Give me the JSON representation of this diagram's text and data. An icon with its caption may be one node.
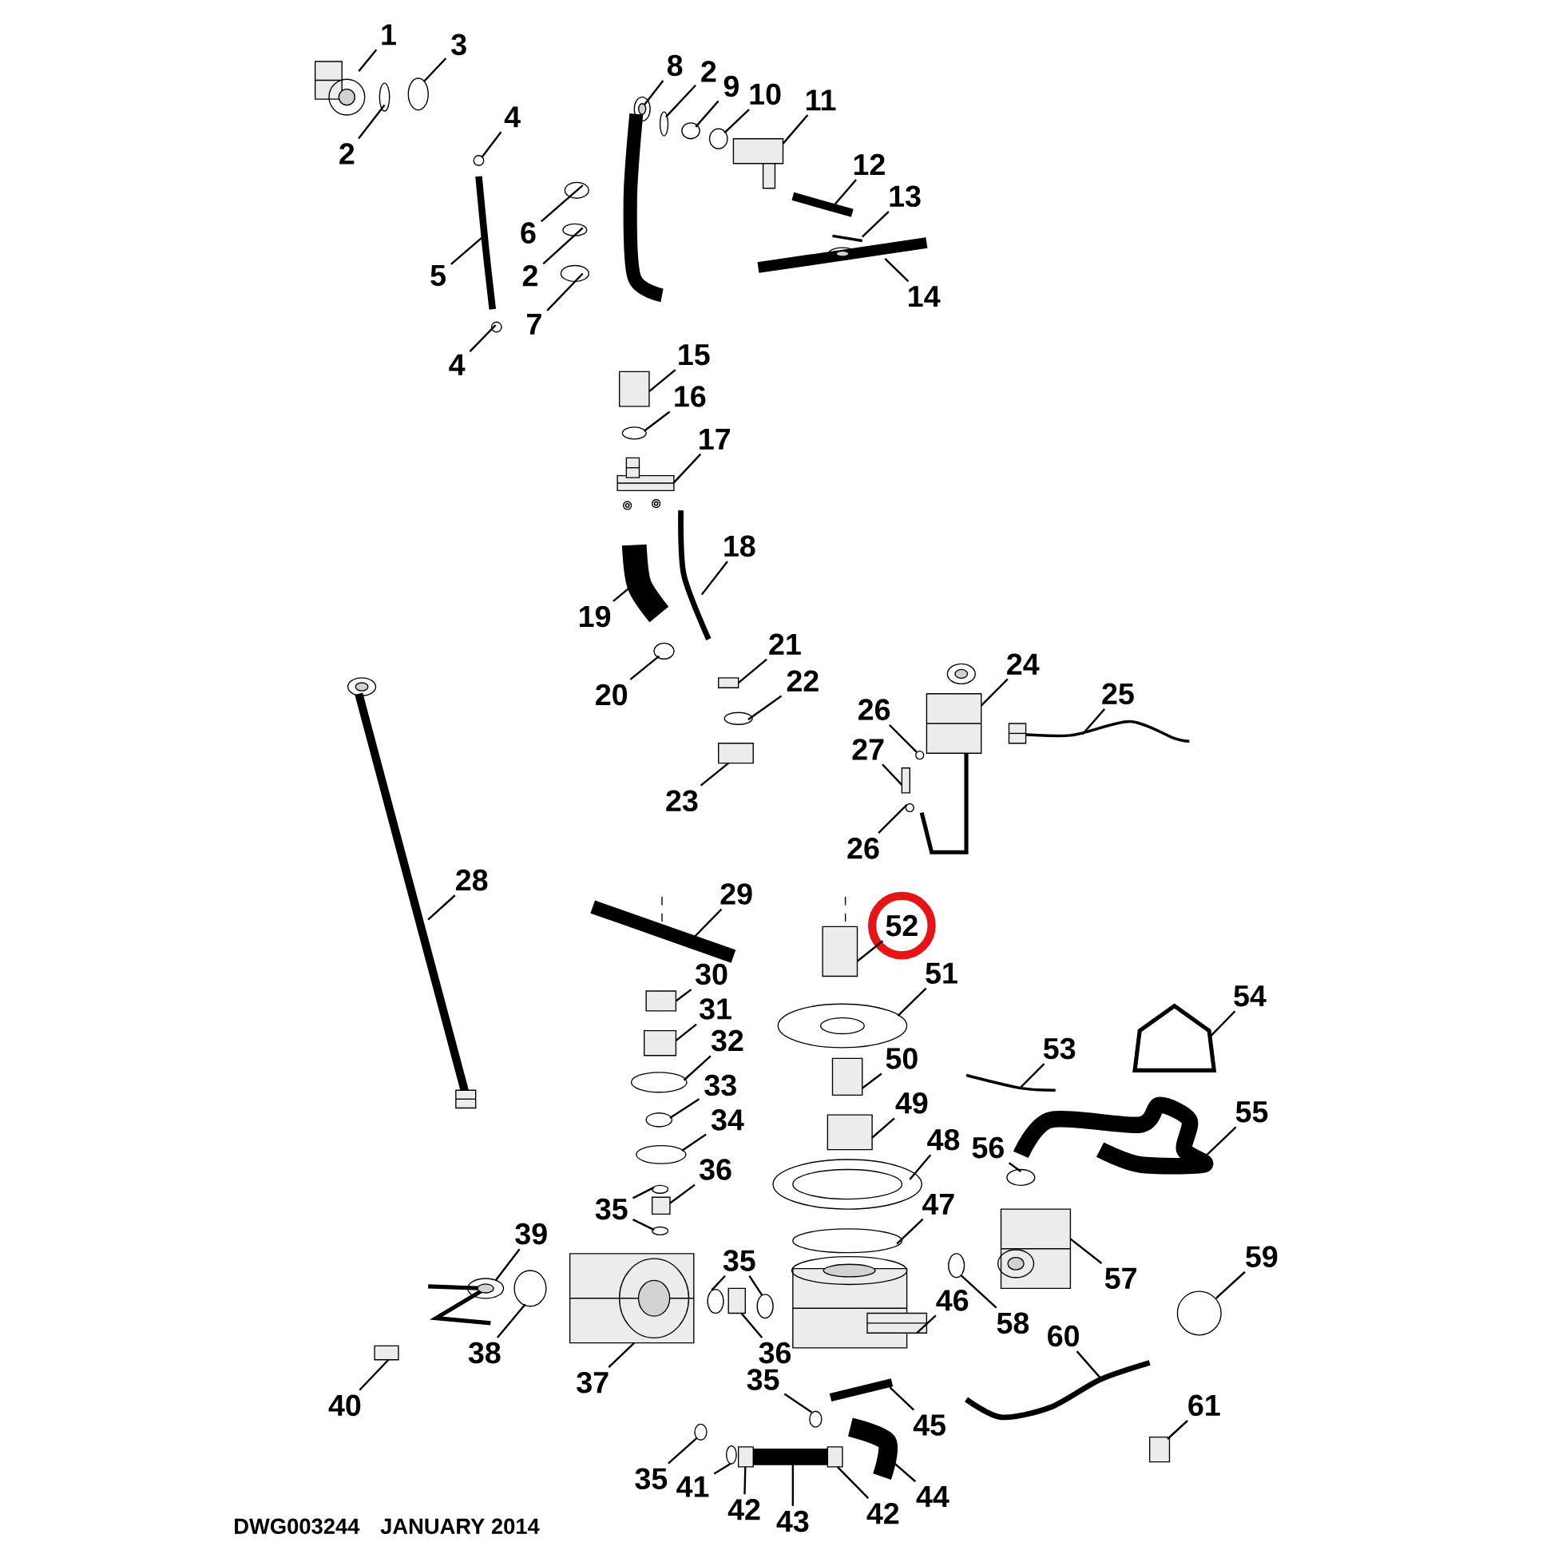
{
  "diagram": {
    "nodes": [
      {
        "text": [
          "1"
        ]
      },
      {
        "text": [
          "2"
        ]
      },
      {
        "text": [
          "3"
        ]
      },
      {
        "text": [
          "4"
        ]
      },
      {
        "text": [
          "5"
        ]
      },
      {
        "text": [
          "6"
        ]
      },
      {
        "text": [
          "2"
        ]
      },
      {
        "text": [
          "7"
        ]
      },
      {
        "text": [
          "8"
        ]
      },
      {
        "text": [
          "2"
        ]
      },
      {
        "text": [
          "9"
        ]
      },
      {
        "text": [
          "10"
        ]
      },
      {
        "text": [
          "11"
        ]
      },
      {
        "text": [
          "12"
        ]
      },
      {
        "text": [
          "13"
        ]
      },
      {
        "text": [
          "14"
        ]
      },
      {
        "text": [
          "4"
        ]
      },
      {
        "text": [
          "15"
        ]
      },
      {
        "text": [
          "16"
        ]
      },
      {
        "text": [
          "17"
        ]
      },
      {
        "text": [
          "18"
        ]
      },
      {
        "text": [
          "19"
        ]
      },
      {
        "text": [
          "20"
        ]
      },
      {
        "text": [
          "21"
        ]
      },
      {
        "text": [
          "22"
        ]
      },
      {
        "text": [
          "23"
        ]
      },
      {
        "text": [
          "24"
        ]
      },
      {
        "text": [
          "25"
        ]
      },
      {
        "text": [
          "26"
        ]
      },
      {
        "text": [
          "27"
        ]
      },
      {
        "text": [
          "26"
        ]
      },
      {
        "text": [
          "28"
        ]
      },
      {
        "text": [
          "29"
        ]
      },
      {
        "text": [
          "30"
        ]
      },
      {
        "text": [
          "31"
        ]
      },
      {
        "text": [
          "32"
        ]
      },
      {
        "text": [
          "33"
        ]
      },
      {
        "text": [
          "34"
        ]
      },
      {
        "text": [
          "35"
        ]
      },
      {
        "text": [
          "36"
        ]
      },
      {
        "text": [
          "37"
        ]
      },
      {
        "text": [
          "38"
        ]
      },
      {
        "text": [
          "39"
        ]
      },
      {
        "text": [
          "40"
        ]
      },
      {
        "text": [
          "35"
        ]
      },
      {
        "text": [
          "36"
        ]
      },
      {
        "text": [
          "35"
        ]
      },
      {
        "text": [
          "35"
        ]
      },
      {
        "text": [
          "41"
        ]
      },
      {
        "text": [
          "42"
        ]
      },
      {
        "text": [
          "43"
        ]
      },
      {
        "text": [
          "42"
        ]
      },
      {
        "text": [
          "44"
        ]
      },
      {
        "text": [
          "45"
        ]
      },
      {
        "text": [
          "46"
        ]
      },
      {
        "text": [
          "47"
        ]
      },
      {
        "text": [
          "48"
        ]
      },
      {
        "text": [
          "49"
        ]
      },
      {
        "text": [
          "50"
        ]
      },
      {
        "text": [
          "51"
        ]
      },
      {
        "text": [
          "52"
        ]
      },
      {
        "text": [
          "53"
        ]
      },
      {
        "text": [
          "54"
        ]
      },
      {
        "text": [
          "55"
        ]
      },
      {
        "text": [
          "56"
        ]
      },
      {
        "text": [
          "57"
        ]
      },
      {
        "text": [
          "58"
        ]
      },
      {
        "text": [
          "59"
        ]
      },
      {
        "text": [
          "60"
        ]
      },
      {
        "text": [
          "61"
        ]
      },
      {
        "text": [],
        "shape": "picture"
      },
      {
        "text": [],
        "shape": "circle"
      },
      {
        "text": [],
        "shape": "circle"
      },
      {
        "text": [],
        "shape": "circle"
      },
      {
        "text": [],
        "shape": "bar"
      },
      {
        "text": [],
        "shape": "circle"
      },
      {
        "text": [],
        "shape": "circle"
      },
      {
        "text": [],
        "shape": "circle"
      },
      {
        "text": [],
        "shape": "picture"
      },
      {
        "text": [],
        "shape": "circle"
      },
      {
        "text": [],
        "shape": "circle"
      },
      {
        "text": [],
        "shape": "circle"
      },
      {
        "text": [],
        "shape": "box"
      },
      {
        "text": [],
        "shape": "bar"
      },
      {
        "text": [],
        "shape": "bar"
      },
      {
        "text": [],
        "shape": "picture"
      },
      {
        "text": [],
        "shape": "circle"
      },
      {
        "text": [],
        "shape": "box"
      },
      {
        "text": [],
        "shape": "circle"
      },
      {
        "text": [],
        "shape": "picture"
      },
      {
        "text": [],
        "shape": "bar"
      },
      {
        "text": [],
        "shape": "bar"
      },
      {
        "text": [],
        "shape": "circle"
      },
      {
        "text": [],
        "shape": "box"
      },
      {
        "text": [],
        "shape": "circle"
      },
      {
        "text": [],
        "shape": "box"
      },
      {
        "text": [],
        "shape": "picture"
      },
      {
        "text": [],
        "shape": "picture"
      },
      {
        "text": [],
        "shape": "circle"
      },
      {
        "text": [],
        "shape": "box"
      },
      {
        "text": [],
        "shape": "circle"
      },
      {
        "text": [],
        "shape": "picture"
      },
      {
        "text": [],
        "shape": "bar"
      },
      {
        "text": [],
        "shape": "box"
      },
      {
        "text": [],
        "shape": "box"
      },
      {
        "text": [],
        "shape": "circle"
      },
      {
        "text": [],
        "shape": "circle"
      },
      {
        "text": [],
        "shape": "circle"
      },
      {
        "text": [],
        "shape": "circle"
      },
      {
        "text": [],
        "shape": "circle"
      },
      {
        "text": [],
        "shape": "box"
      },
      {
        "text": [],
        "shape": "picture"
      },
      {
        "text": [],
        "shape": "circle"
      },
      {
        "text": [],
        "shape": "picture"
      },
      {
        "text": [],
        "shape": "box"
      },
      {
        "text": [],
        "shape": "circle"
      },
      {
        "text": [],
        "shape": "circle"
      },
      {
        "text": [],
        "shape": "box"
      },
      {
        "text": [],
        "shape": "circle"
      },
      {
        "text": [],
        "shape": "circle"
      },
      {
        "text": [],
        "shape": "circle"
      },
      {
        "text": [],
        "shape": "box"
      },
      {
        "text": [],
        "shape": "bar"
      },
      {
        "text": [],
        "shape": "box"
      },
      {
        "text": [],
        "shape": "bar"
      },
      {
        "text": [],
        "shape": "bar"
      },
      {
        "text": [],
        "shape": "picture"
      },
      {
        "text": [],
        "shape": "circle"
      },
      {
        "text": [],
        "shape": "circle"
      },
      {
        "text": [],
        "shape": "box"
      },
      {
        "text": [],
        "shape": "box"
      },
      {
        "text": [],
        "shape": "circle"
      },
      {
        "text": [],
        "shape": "box"
      },
      {
        "text": [],
        "shape": "bar"
      },
      {
        "text": [],
        "shape": "bar"
      },
      {
        "text": [],
        "shape": "bar"
      },
      {
        "text": [],
        "shape": "circle"
      },
      {
        "text": [],
        "shape": "picture"
      },
      {
        "text": [],
        "shape": "circle"
      },
      {
        "text": [],
        "shape": "circle"
      },
      {
        "text": [],
        "shape": "bar"
      },
      {
        "text": [],
        "shape": "box"
      }
    ],
    "edges": [
      {
        "from": 0,
        "to": 70,
        "arrow": "none"
      },
      {
        "from": 1,
        "to": 71,
        "arrow": "none"
      },
      {
        "from": 2,
        "to": 72,
        "arrow": "none"
      },
      {
        "from": 3,
        "to": 73,
        "arrow": "none"
      },
      {
        "from": 4,
        "to": 74,
        "arrow": "none"
      },
      {
        "from": 5,
        "to": 75,
        "arrow": "none"
      },
      {
        "from": 6,
        "to": 76,
        "arrow": "none"
      },
      {
        "from": 7,
        "to": 77,
        "arrow": "none"
      },
      {
        "from": 8,
        "to": 78,
        "arrow": "none"
      },
      {
        "from": 9,
        "to": 79,
        "arrow": "none"
      },
      {
        "from": 10,
        "to": 80,
        "arrow": "none"
      },
      {
        "from": 11,
        "to": 81,
        "arrow": "none"
      },
      {
        "from": 12,
        "to": 82,
        "arrow": "none"
      },
      {
        "from": 13,
        "to": 83,
        "arrow": "none"
      },
      {
        "from": 14,
        "to": 84,
        "arrow": "none"
      },
      {
        "from": 15,
        "to": 85,
        "arrow": "none"
      },
      {
        "from": 16,
        "to": 86,
        "arrow": "none"
      },
      {
        "from": 17,
        "to": 87,
        "arrow": "none"
      },
      {
        "from": 18,
        "to": 88,
        "arrow": "none"
      },
      {
        "from": 19,
        "to": 89,
        "arrow": "none"
      },
      {
        "from": 20,
        "to": 90,
        "arrow": "none"
      },
      {
        "from": 21,
        "to": 91,
        "arrow": "none"
      },
      {
        "from": 22,
        "to": 92,
        "arrow": "none"
      },
      {
        "from": 23,
        "to": 93,
        "arrow": "none"
      },
      {
        "from": 24,
        "to": 94,
        "arrow": "none"
      },
      {
        "from": 25,
        "to": 95,
        "arrow": "none"
      },
      {
        "from": 26,
        "to": 96,
        "arrow": "none"
      },
      {
        "from": 27,
        "to": 97,
        "arrow": "none"
      },
      {
        "from": 28,
        "to": 98,
        "arrow": "none"
      },
      {
        "from": 29,
        "to": 99,
        "arrow": "none"
      },
      {
        "from": 30,
        "to": 100,
        "arrow": "none"
      },
      {
        "from": 31,
        "to": 101,
        "arrow": "none"
      },
      {
        "from": 32,
        "to": 102,
        "arrow": "none"
      },
      {
        "from": 33,
        "to": 103,
        "arrow": "none"
      },
      {
        "from": 34,
        "to": 104,
        "arrow": "none"
      },
      {
        "from": 35,
        "to": 105,
        "arrow": "none"
      },
      {
        "from": 36,
        "to": 106,
        "arrow": "none"
      },
      {
        "from": 37,
        "to": 107,
        "arrow": "none"
      },
      {
        "from": 38,
        "to": 108,
        "arrow": "none"
      },
      {
        "from": 38,
        "to": 109,
        "arrow": "none"
      },
      {
        "from": 39,
        "to": 110,
        "arrow": "none"
      },
      {
        "from": 40,
        "to": 111,
        "arrow": "none"
      },
      {
        "from": 41,
        "to": 112,
        "arrow": "none"
      },
      {
        "from": 42,
        "to": 113,
        "arrow": "none"
      },
      {
        "from": 43,
        "to": 114,
        "arrow": "none"
      },
      {
        "from": 44,
        "to": 115,
        "arrow": "none"
      },
      {
        "from": 44,
        "to": 116,
        "arrow": "none"
      },
      {
        "from": 45,
        "to": 117,
        "arrow": "none"
      },
      {
        "from": 46,
        "to": 118,
        "arrow": "none"
      },
      {
        "from": 47,
        "to": 119,
        "arrow": "none"
      },
      {
        "from": 48,
        "to": 120,
        "arrow": "none"
      },
      {
        "from": 49,
        "to": 121,
        "arrow": "none"
      },
      {
        "from": 50,
        "to": 122,
        "arrow": "none"
      },
      {
        "from": 51,
        "to": 123,
        "arrow": "none"
      },
      {
        "from": 52,
        "to": 124,
        "arrow": "none"
      },
      {
        "from": 53,
        "to": 125,
        "arrow": "none"
      },
      {
        "from": 54,
        "to": 126,
        "arrow": "none"
      },
      {
        "from": 55,
        "to": 127,
        "arrow": "none"
      },
      {
        "from": 56,
        "to": 128,
        "arrow": "none"
      },
      {
        "from": 57,
        "to": 129,
        "arrow": "none"
      },
      {
        "from": 58,
        "to": 130,
        "arrow": "none"
      },
      {
        "from": 59,
        "to": 131,
        "arrow": "none"
      },
      {
        "from": 60,
        "to": 132,
        "arrow": "none"
      },
      {
        "from": 61,
        "to": 133,
        "arrow": "none"
      },
      {
        "from": 62,
        "to": 134,
        "arrow": "none"
      },
      {
        "from": 63,
        "to": 135,
        "arrow": "none"
      },
      {
        "from": 64,
        "to": 136,
        "arrow": "none"
      },
      {
        "from": 65,
        "to": 137,
        "arrow": "none"
      },
      {
        "from": 66,
        "to": 138,
        "arrow": "none"
      },
      {
        "from": 67,
        "to": 139,
        "arrow": "none"
      },
      {
        "from": 68,
        "to": 140,
        "arrow": "none"
      },
      {
        "from": 69,
        "to": 141,
        "arrow": "none"
      }
    ],
    "labels": [
      "DWG003244",
      "JANUARY 2014"
    ]
  }
}
